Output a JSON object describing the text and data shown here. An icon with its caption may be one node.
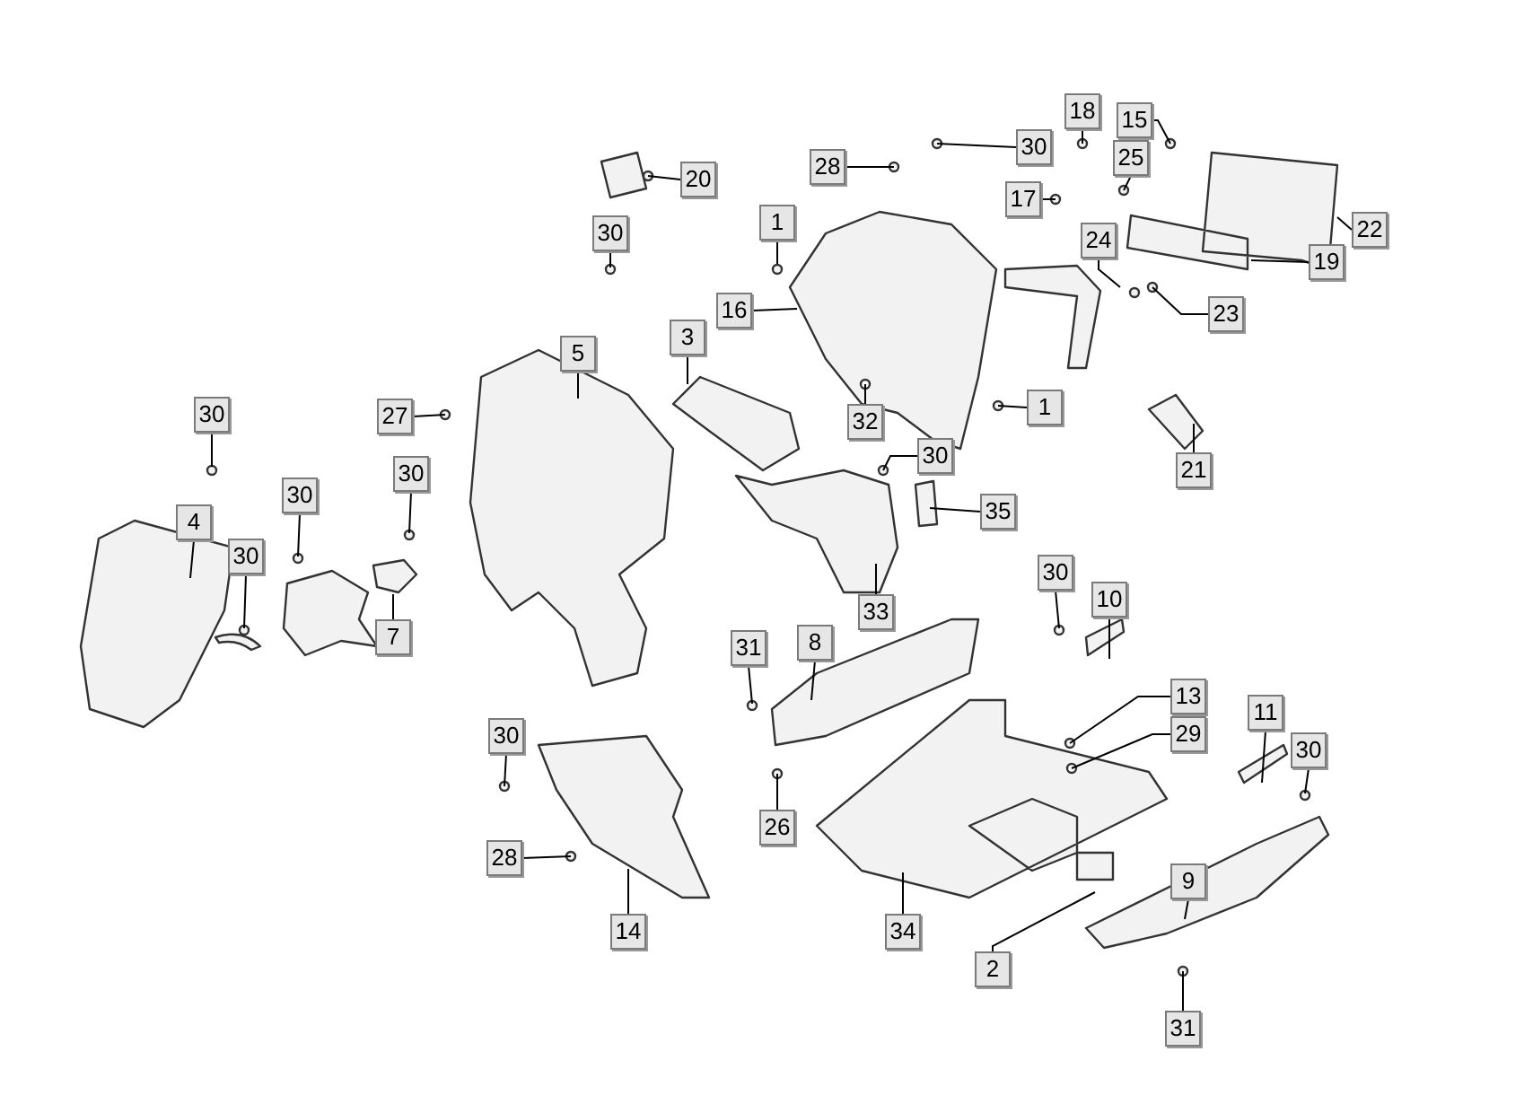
{
  "diagram": {
    "nodes": [
      {
        "text": [
          "30"
        ]
      },
      {
        "text": [
          "18"
        ]
      },
      {
        "text": [
          "15"
        ]
      },
      {
        "text": [
          "28"
        ]
      },
      {
        "text": [
          "25"
        ]
      },
      {
        "text": [
          "20"
        ]
      },
      {
        "text": [
          "17"
        ]
      },
      {
        "text": [
          "1"
        ]
      },
      {
        "text": [
          "24"
        ]
      },
      {
        "text": [
          "22"
        ]
      },
      {
        "text": [
          "30"
        ]
      },
      {
        "text": [
          "19"
        ]
      },
      {
        "text": [
          "16"
        ]
      },
      {
        "text": [
          "23"
        ]
      },
      {
        "text": [
          "5"
        ]
      },
      {
        "text": [
          "3"
        ]
      },
      {
        "text": [
          "27"
        ]
      },
      {
        "text": [
          "1"
        ]
      },
      {
        "text": [
          "30"
        ]
      },
      {
        "text": [
          "32"
        ]
      },
      {
        "text": [
          "30"
        ]
      },
      {
        "text": [
          "21"
        ]
      },
      {
        "text": [
          "30"
        ]
      },
      {
        "text": [
          "30"
        ]
      },
      {
        "text": [
          "35"
        ]
      },
      {
        "text": [
          "4"
        ]
      },
      {
        "text": [
          "30"
        ]
      },
      {
        "text": [
          "33"
        ]
      },
      {
        "text": [
          "30"
        ]
      },
      {
        "text": [
          "10"
        ]
      },
      {
        "text": [
          "7"
        ]
      },
      {
        "text": [
          "8"
        ]
      },
      {
        "text": [
          "31"
        ]
      },
      {
        "text": [
          "13"
        ]
      },
      {
        "text": [
          "11"
        ]
      },
      {
        "text": [
          "29"
        ]
      },
      {
        "text": [
          "30"
        ]
      },
      {
        "text": [
          "30"
        ]
      },
      {
        "text": [
          "26"
        ]
      },
      {
        "text": [
          "28"
        ]
      },
      {
        "text": [
          "9"
        ]
      },
      {
        "text": [
          "14"
        ]
      },
      {
        "text": [
          "34"
        ]
      },
      {
        "text": [
          "2"
        ]
      },
      {
        "text": [
          "31"
        ]
      }
    ],
    "edges": [
      {
        "from": 0,
        "to": null,
        "arrow": "none"
      },
      {
        "from": 1,
        "to": null,
        "arrow": "none"
      },
      {
        "from": 2,
        "to": null,
        "arrow": "none"
      },
      {
        "from": 3,
        "to": null,
        "arrow": "none"
      },
      {
        "from": 4,
        "to": null,
        "arrow": "none"
      },
      {
        "from": 5,
        "to": null,
        "arrow": "none"
      },
      {
        "from": 6,
        "to": null,
        "arrow": "none"
      },
      {
        "from": 7,
        "to": null,
        "arrow": "none"
      },
      {
        "from": 8,
        "to": null,
        "arrow": "none"
      },
      {
        "from": 9,
        "to": null,
        "arrow": "none"
      },
      {
        "from": 10,
        "to": null,
        "arrow": "none"
      },
      {
        "from": 11,
        "to": null,
        "arrow": "none"
      },
      {
        "from": 12,
        "to": null,
        "arrow": "none"
      },
      {
        "from": 13,
        "to": null,
        "arrow": "none"
      },
      {
        "from": 14,
        "to": null,
        "arrow": "none"
      },
      {
        "from": 15,
        "to": null,
        "arrow": "none"
      },
      {
        "from": 16,
        "to": null,
        "arrow": "none"
      },
      {
        "from": 17,
        "to": null,
        "arrow": "none"
      },
      {
        "from": 18,
        "to": null,
        "arrow": "none"
      },
      {
        "from": 19,
        "to": null,
        "arrow": "none"
      },
      {
        "from": 20,
        "to": null,
        "arrow": "none"
      },
      {
        "from": 21,
        "to": null,
        "arrow": "none"
      },
      {
        "from": 22,
        "to": null,
        "arrow": "none"
      },
      {
        "from": 23,
        "to": null,
        "arrow": "none"
      },
      {
        "from": 24,
        "to": null,
        "arrow": "none"
      },
      {
        "from": 25,
        "to": null,
        "arrow": "none"
      },
      {
        "from": 26,
        "to": null,
        "arrow": "none"
      },
      {
        "from": 27,
        "to": null,
        "arrow": "none"
      },
      {
        "from": 28,
        "to": null,
        "arrow": "none"
      },
      {
        "from": 29,
        "to": null,
        "arrow": "none"
      },
      {
        "from": 30,
        "to": null,
        "arrow": "none"
      },
      {
        "from": 31,
        "to": null,
        "arrow": "none"
      },
      {
        "from": 32,
        "to": null,
        "arrow": "none"
      },
      {
        "from": 33,
        "to": null,
        "arrow": "none"
      },
      {
        "from": 34,
        "to": null,
        "arrow": "none"
      },
      {
        "from": 35,
        "to": null,
        "arrow": "none"
      },
      {
        "from": 36,
        "to": null,
        "arrow": "none"
      },
      {
        "from": 37,
        "to": null,
        "arrow": "none"
      },
      {
        "from": 38,
        "to": null,
        "arrow": "none"
      },
      {
        "from": 39,
        "to": null,
        "arrow": "none"
      },
      {
        "from": 40,
        "to": null,
        "arrow": "none"
      },
      {
        "from": 41,
        "to": null,
        "arrow": "none"
      },
      {
        "from": 42,
        "to": null,
        "arrow": "none"
      },
      {
        "from": 43,
        "to": null,
        "arrow": "none"
      },
      {
        "from": 44,
        "to": null,
        "arrow": "none"
      }
    ]
  }
}
